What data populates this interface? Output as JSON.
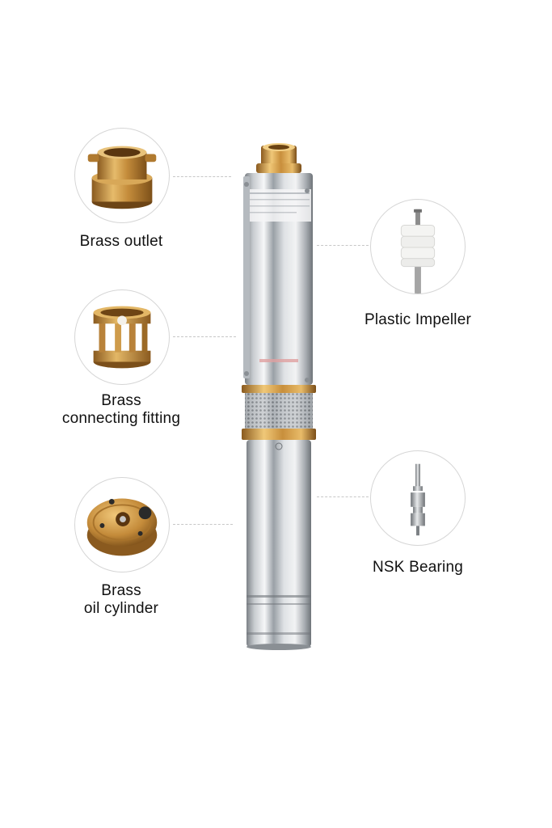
{
  "features": {
    "brass_outlet": {
      "label": "Brass outlet"
    },
    "brass_connecting_fitting": {
      "line1": "Brass",
      "line2": "connecting fitting"
    },
    "brass_oil_cylinder": {
      "line1": "Brass",
      "line2": "oil cylinder"
    },
    "plastic_impeller": {
      "label": "Plastic Impeller"
    },
    "nsk_bearing": {
      "label": "NSK Bearing"
    }
  },
  "colors": {
    "brass": "#c9963f",
    "steel": "#cfd2d6",
    "circle_border": "#d6d6d6",
    "leader_line": "#c7c7c7"
  }
}
